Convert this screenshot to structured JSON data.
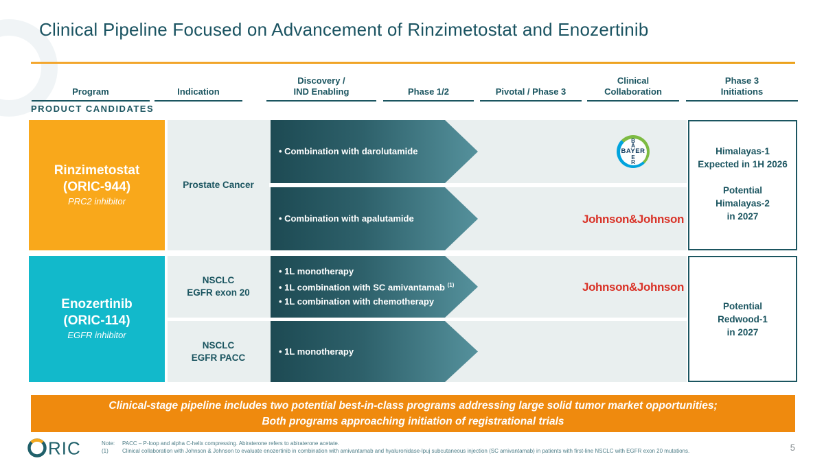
{
  "slide": {
    "title": "Clinical Pipeline Focused on Advancement of Rinzimetostat and Enozertinib",
    "section_label": "PRODUCT CANDIDATES",
    "page_number": "5"
  },
  "header": {
    "columns": [
      "Program",
      "Indication",
      "Discovery /\nIND Enabling",
      "Phase 1/2",
      "Pivotal / Phase 3",
      "Clinical\nCollaboration",
      "Phase 3\nInitiations"
    ]
  },
  "colors": {
    "accent_orange": "#F9A81B",
    "banner_orange": "#EF8A0E",
    "accent_teal": "#12B9CB",
    "deep_teal": "#1B5560",
    "arrow_dark": "#1D4A53",
    "arrow_light": "#55919C",
    "cell_bg": "#E9EFEF",
    "jnj_red": "#D93328",
    "bayer_green": "#7DBB42",
    "bayer_blue": "#00A3DD"
  },
  "rinzimetostat": {
    "name": "Rinzimetostat",
    "code": "(ORIC-944)",
    "moa": "PRC2 inhibitor",
    "indication": "Prostate Cancer",
    "arrow1": "• Combination with darolutamide",
    "arrow2": "• Combination with apalutamide",
    "phase3": "Himalayas-1\nExpected in 1H 2026\n\nPotential\nHimalayas-2\nin 2027"
  },
  "enozertinib": {
    "name": "Enozertinib",
    "code": "(ORIC-114)",
    "moa": "EGFR inhibitor",
    "indication1": "NSCLC\nEGFR exon 20",
    "indication2": "NSCLC\nEGFR PACC",
    "arrow1_bullet1": "• 1L monotherapy",
    "arrow1_bullet2": "• 1L combination with SC amivantamab",
    "arrow1_bullet2_sup": "(1)",
    "arrow1_bullet3": "• 1L combination with chemotherapy",
    "arrow2": "• 1L monotherapy",
    "phase3": "Potential\nRedwood-1\nin 2027"
  },
  "logos": {
    "bayer_top": "B\nA",
    "bayer_mid": "BAYER",
    "bayer_bottom": "E\nR",
    "jnj": "Johnson&Johnson",
    "oric_letters": "RIC"
  },
  "banner": {
    "line1": "Clinical-stage pipeline includes two potential best-in-class programs addressing large solid tumor market opportunities;",
    "line2": "Both programs approaching initiation of registrational trials"
  },
  "footnotes": {
    "note_label": "Note:",
    "note_text": "PACC – P-loop and alpha C-helix compressing. Abiraterone refers to abiraterone acetate.",
    "fn1_label": "(1)",
    "fn1_text": "Clinical collaboration with Johnson & Johnson to evaluate enozertinib in combination with amivantamab and hyaluronidase-lpuj subcutaneous injection (SC amivantamab) in patients with first-line NSCLC with EGFR exon 20 mutations."
  }
}
